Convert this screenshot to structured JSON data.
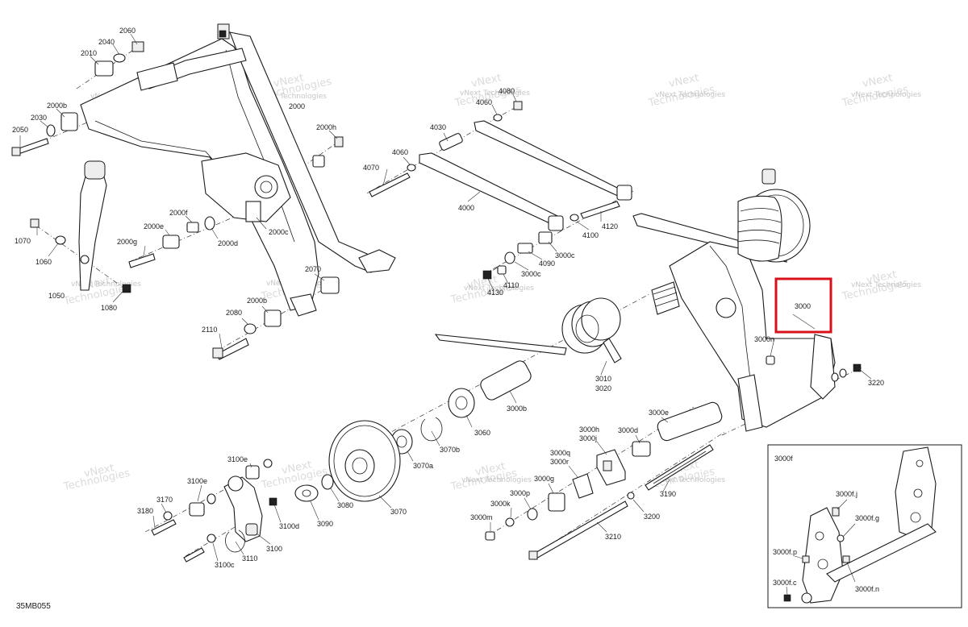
{
  "drawing_id": "35MB055",
  "watermark_line1": "vNext",
  "watermark_line2": "Technologies",
  "watermark_single": "vNext Technologies",
  "highlight_color": "#d8111a",
  "inset": {
    "title": "3000f"
  },
  "labels": {
    "l2060": "2060",
    "l2040": "2040",
    "l2010": "2010",
    "l2000b": "2000b",
    "l2030": "2030",
    "l2050": "2050",
    "l2000": "2000",
    "l2000h": "2000h",
    "l1070": "1070",
    "l1060": "1060",
    "l1050": "1050",
    "l1080": "1080",
    "l2000e": "2000e",
    "l2000f": "2000f",
    "l2000g": "2000g",
    "l2000d": "2000d",
    "l2000c": "2000c",
    "l2070": "2070",
    "l2000b2": "2000b",
    "l2080": "2080",
    "l2110": "2110",
    "l4030": "4030",
    "l4060a": "4060",
    "l4060b": "4060",
    "l4080": "4080",
    "l4070": "4070",
    "l4000": "4000",
    "l4100": "4100",
    "l4120": "4120",
    "l4090": "4090",
    "l3000c": "3000c",
    "l3000c2": "3000c",
    "l4110": "4110",
    "l4130": "4130",
    "l3000": "3000",
    "l3000n": "3000n",
    "l3220": "3220",
    "l3010": "3010",
    "l3020": "3020",
    "l3000b": "3000b",
    "l3000e": "3000e",
    "l3000d": "3000d",
    "l3000h": "3000h",
    "l3000j": "3000j",
    "l3000q": "3000q",
    "l3000r": "3000r",
    "l3000g": "3000g",
    "l3000p": "3000p",
    "l3000k": "3000k",
    "l3000m": "3000m",
    "l3190": "3190",
    "l3200": "3200",
    "l3210": "3210",
    "l3060": "3060",
    "l3070b": "3070b",
    "l3070a": "3070a",
    "l3070": "3070",
    "l3080": "3080",
    "l3090": "3090",
    "l3100e": "3100e",
    "l3100e2": "3100e",
    "l3170": "3170",
    "l3180": "3180",
    "l3100d": "3100d",
    "l3100": "3100",
    "l3110": "3110",
    "l3100c": "3100c",
    "l3000fj": "3000f.j",
    "l3000fg": "3000f.g",
    "l3000fp": "3000f.p",
    "l3000fc": "3000f.c",
    "l3000fn": "3000f.n"
  }
}
